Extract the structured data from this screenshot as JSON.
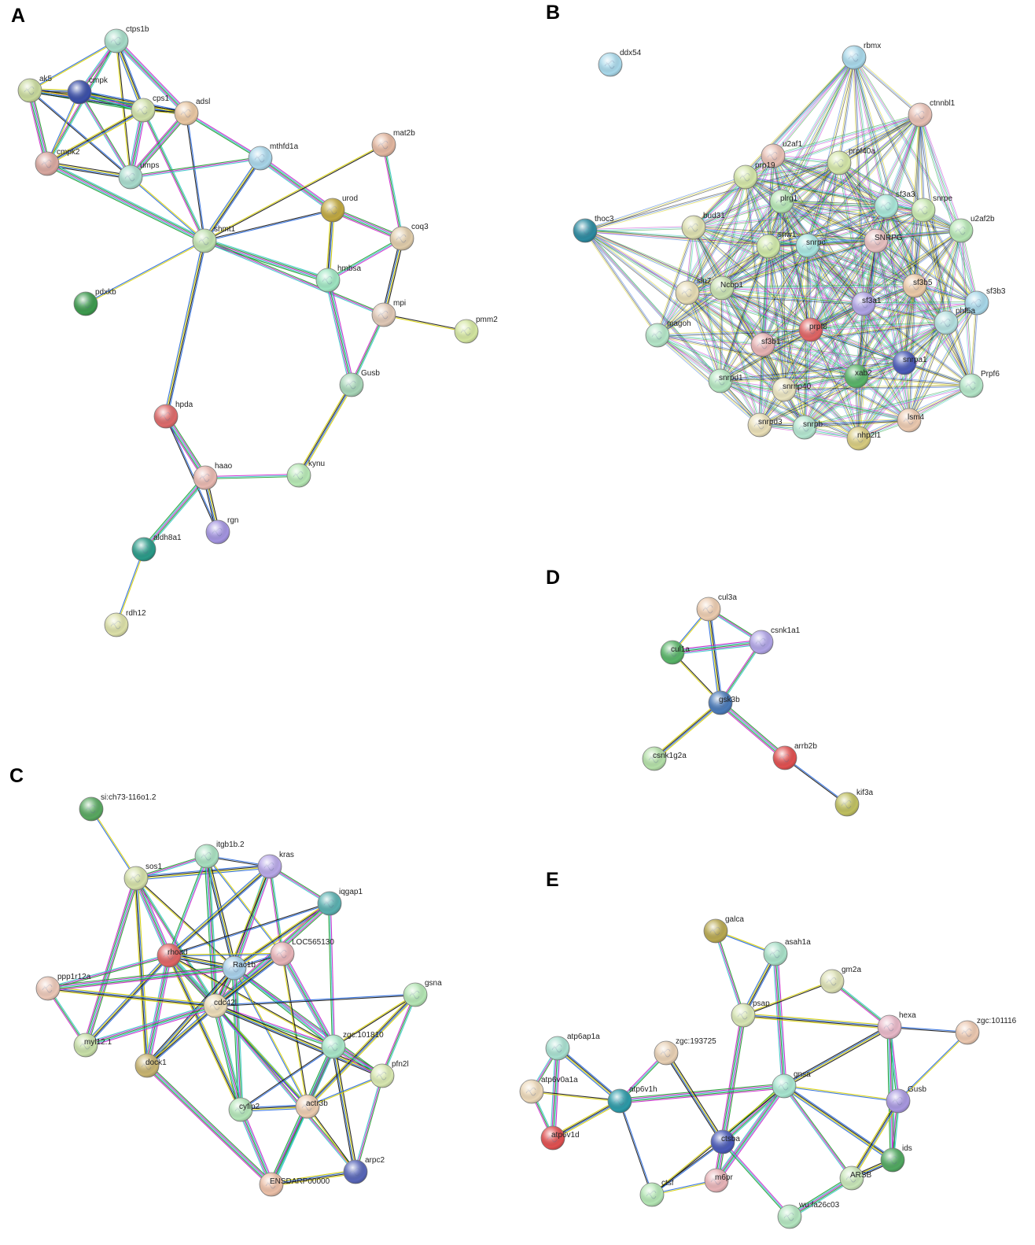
{
  "figure": {
    "panels": [
      {
        "letter": "A",
        "nodes": [
          {
            "id": "ctps1b",
            "color": "#a6dcc8"
          },
          {
            "id": "ak5",
            "color": "#c8d99c"
          },
          {
            "id": "cmpk",
            "color": "#3b4fa8"
          },
          {
            "id": "cps1",
            "color": "#cfe0a8"
          },
          {
            "id": "adsl",
            "color": "#e9c7a2"
          },
          {
            "id": "cmpk2",
            "color": "#d9a8a0"
          },
          {
            "id": "umps",
            "color": "#a9dccd"
          },
          {
            "id": "mthfd1a",
            "color": "#a9d6ea"
          },
          {
            "id": "mat2b",
            "color": "#e3b7a0"
          },
          {
            "id": "urod",
            "color": "#c0a840"
          },
          {
            "id": "shmt1",
            "color": "#bfe0ae"
          },
          {
            "id": "coq3",
            "color": "#e0ccaa"
          },
          {
            "id": "hmbsa",
            "color": "#9fe6c2"
          },
          {
            "id": "pdxkb",
            "color": "#3d9a4e"
          },
          {
            "id": "mpi",
            "color": "#e0c8b6"
          },
          {
            "id": "pmm2",
            "color": "#d4e6a0"
          },
          {
            "id": "Gusb",
            "color": "#a8d6b8"
          },
          {
            "id": "hpda",
            "color": "#dd6a6a"
          },
          {
            "id": "haao",
            "color": "#e8b8b0"
          },
          {
            "id": "kynu",
            "color": "#b6e8b4"
          },
          {
            "id": "rgn",
            "color": "#a394e0"
          },
          {
            "id": "aldh8a1",
            "color": "#2a9a88"
          },
          {
            "id": "rdh12",
            "color": "#dce0a8"
          }
        ]
      },
      {
        "letter": "B",
        "nodes": [
          {
            "id": "ddx54",
            "color": "#a8d8ea"
          },
          {
            "id": "rbmx",
            "color": "#a8d8ea"
          },
          {
            "id": "ctnnbl1",
            "color": "#e8c0b4"
          },
          {
            "id": "u2af1",
            "color": "#e8c0b4"
          },
          {
            "id": "prpf40a",
            "color": "#d4e6a8"
          },
          {
            "id": "prp19",
            "color": "#d4e6a8"
          },
          {
            "id": "plrg1",
            "color": "#b6e6b4"
          },
          {
            "id": "sf3a3",
            "color": "#a8e6d8"
          },
          {
            "id": "snrpe",
            "color": "#c8e8b0"
          },
          {
            "id": "u2af2b",
            "color": "#b6e6b4"
          },
          {
            "id": "thoc3",
            "color": "#2c8aa0"
          },
          {
            "id": "bud31",
            "color": "#dde0b0"
          },
          {
            "id": "snw1",
            "color": "#cfe8a8"
          },
          {
            "id": "snrpc",
            "color": "#a8e6e0"
          },
          {
            "id": "SNRPG",
            "color": "#e8c0c0"
          },
          {
            "id": "sf3b5",
            "color": "#eccaa8"
          },
          {
            "id": "sf3b3",
            "color": "#a8d8ea"
          },
          {
            "id": "slu7",
            "color": "#e6dcb4"
          },
          {
            "id": "Ncbp1",
            "color": "#c8e0b0"
          },
          {
            "id": "sf3a1",
            "color": "#b0a4e6"
          },
          {
            "id": "phf5a",
            "color": "#b4e0e0"
          },
          {
            "id": "magoh",
            "color": "#b4e6c8"
          },
          {
            "id": "sf3b1",
            "color": "#e8b4b4"
          },
          {
            "id": "prpf8",
            "color": "#e06464"
          },
          {
            "id": "snrpa1",
            "color": "#4a5ab8"
          },
          {
            "id": "snrpd1",
            "color": "#b4e6c0"
          },
          {
            "id": "xab2",
            "color": "#58b468"
          },
          {
            "id": "Prpf6",
            "color": "#b4e6c8"
          },
          {
            "id": "snrnp40",
            "color": "#eae4c0"
          },
          {
            "id": "snrpd3",
            "color": "#eae0b8"
          },
          {
            "id": "snrpb",
            "color": "#b4e6d0"
          },
          {
            "id": "nhp2l1",
            "color": "#d8cc80"
          },
          {
            "id": "lsm4",
            "color": "#eccab0"
          }
        ]
      },
      {
        "letter": "C",
        "nodes": [
          {
            "id": "si:ch73-116o1.2",
            "color": "#58a860"
          },
          {
            "id": "itgb1b.2",
            "color": "#a8e0c0"
          },
          {
            "id": "kras",
            "color": "#b8a8e8"
          },
          {
            "id": "sos1",
            "color": "#d4e0a8"
          },
          {
            "id": "iqgap1",
            "color": "#5ab0b0"
          },
          {
            "id": "rhoad",
            "color": "#e06464"
          },
          {
            "id": "LOC565130",
            "color": "#e8b4b8"
          },
          {
            "id": "Rac1b",
            "color": "#a8d0ea"
          },
          {
            "id": "ppp1r12a",
            "color": "#ecc8b8"
          },
          {
            "id": "cdc42l",
            "color": "#ecdcb8"
          },
          {
            "id": "gsna",
            "color": "#b4e6b4"
          },
          {
            "id": "myl12.1",
            "color": "#c8e0a8"
          },
          {
            "id": "dock1",
            "color": "#c8b470"
          },
          {
            "id": "zgc:101810",
            "color": "#a8e6c8"
          },
          {
            "id": "pfn2l",
            "color": "#d8e8b0"
          },
          {
            "id": "cyfip2",
            "color": "#b4e6b8"
          },
          {
            "id": "actr3b",
            "color": "#ecccb0"
          },
          {
            "id": "ENSDARP00000",
            "color": "#ecc0a8"
          },
          {
            "id": "arpc2",
            "color": "#5866b8"
          }
        ]
      },
      {
        "letter": "D",
        "nodes": [
          {
            "id": "cul3a",
            "color": "#ecccb0"
          },
          {
            "id": "cul1a",
            "color": "#58b468"
          },
          {
            "id": "csnk1a1",
            "color": "#b0a4e6"
          },
          {
            "id": "gsk3b",
            "color": "#4a7ab8"
          },
          {
            "id": "csnk1g2a",
            "color": "#b4e0a8"
          },
          {
            "id": "arrb2b",
            "color": "#e05050"
          },
          {
            "id": "kif3a",
            "color": "#c0c060"
          }
        ]
      },
      {
        "letter": "E",
        "nodes": [
          {
            "id": "galca",
            "color": "#b8a850"
          },
          {
            "id": "asah1a",
            "color": "#a8e0c8"
          },
          {
            "id": "gm2a",
            "color": "#dce0b4"
          },
          {
            "id": "psap",
            "color": "#d8e6b4"
          },
          {
            "id": "hexa",
            "color": "#e8b8c8"
          },
          {
            "id": "zgc:101116",
            "color": "#ecc8b0"
          },
          {
            "id": "atp6ap1a",
            "color": "#a8e0d0"
          },
          {
            "id": "zgc:193725",
            "color": "#e8d0b4"
          },
          {
            "id": "atp6v0a1a",
            "color": "#ecd8b8"
          },
          {
            "id": "atp6v1h",
            "color": "#2c9aa8"
          },
          {
            "id": "gnsa",
            "color": "#a8e6d0"
          },
          {
            "id": "Gusb",
            "color": "#a898e0"
          },
          {
            "id": "atp6v1d",
            "color": "#e05050"
          },
          {
            "id": "ctsba",
            "color": "#4a5ab8"
          },
          {
            "id": "ids",
            "color": "#50a860"
          },
          {
            "id": "ARSB",
            "color": "#c8e6b8"
          },
          {
            "id": "m6pr",
            "color": "#e8b4b8"
          },
          {
            "id": "ctsf",
            "color": "#b4e6b4"
          },
          {
            "id": "wu:fa26c03",
            "color": "#b4e6c0"
          }
        ]
      }
    ]
  }
}
